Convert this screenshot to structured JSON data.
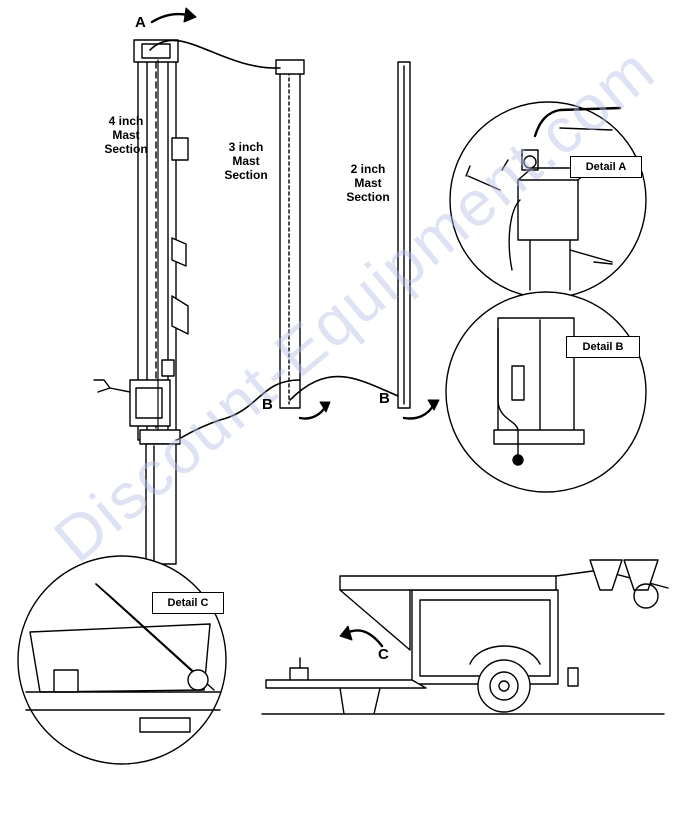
{
  "labels": {
    "mast4": "4 inch\nMast\nSection",
    "mast3": "3 inch\nMast\nSection",
    "mast2": "2 inch\nMast\nSection",
    "point_a": "A",
    "point_b1": "B",
    "point_b2": "B",
    "point_c": "C",
    "detail_a": "Detail A",
    "detail_b": "Detail B",
    "detail_c": "Detail C"
  },
  "watermark": "Discount-Equipment.com",
  "colors": {
    "line": "#000000",
    "watermark": "#b9bfe6"
  }
}
